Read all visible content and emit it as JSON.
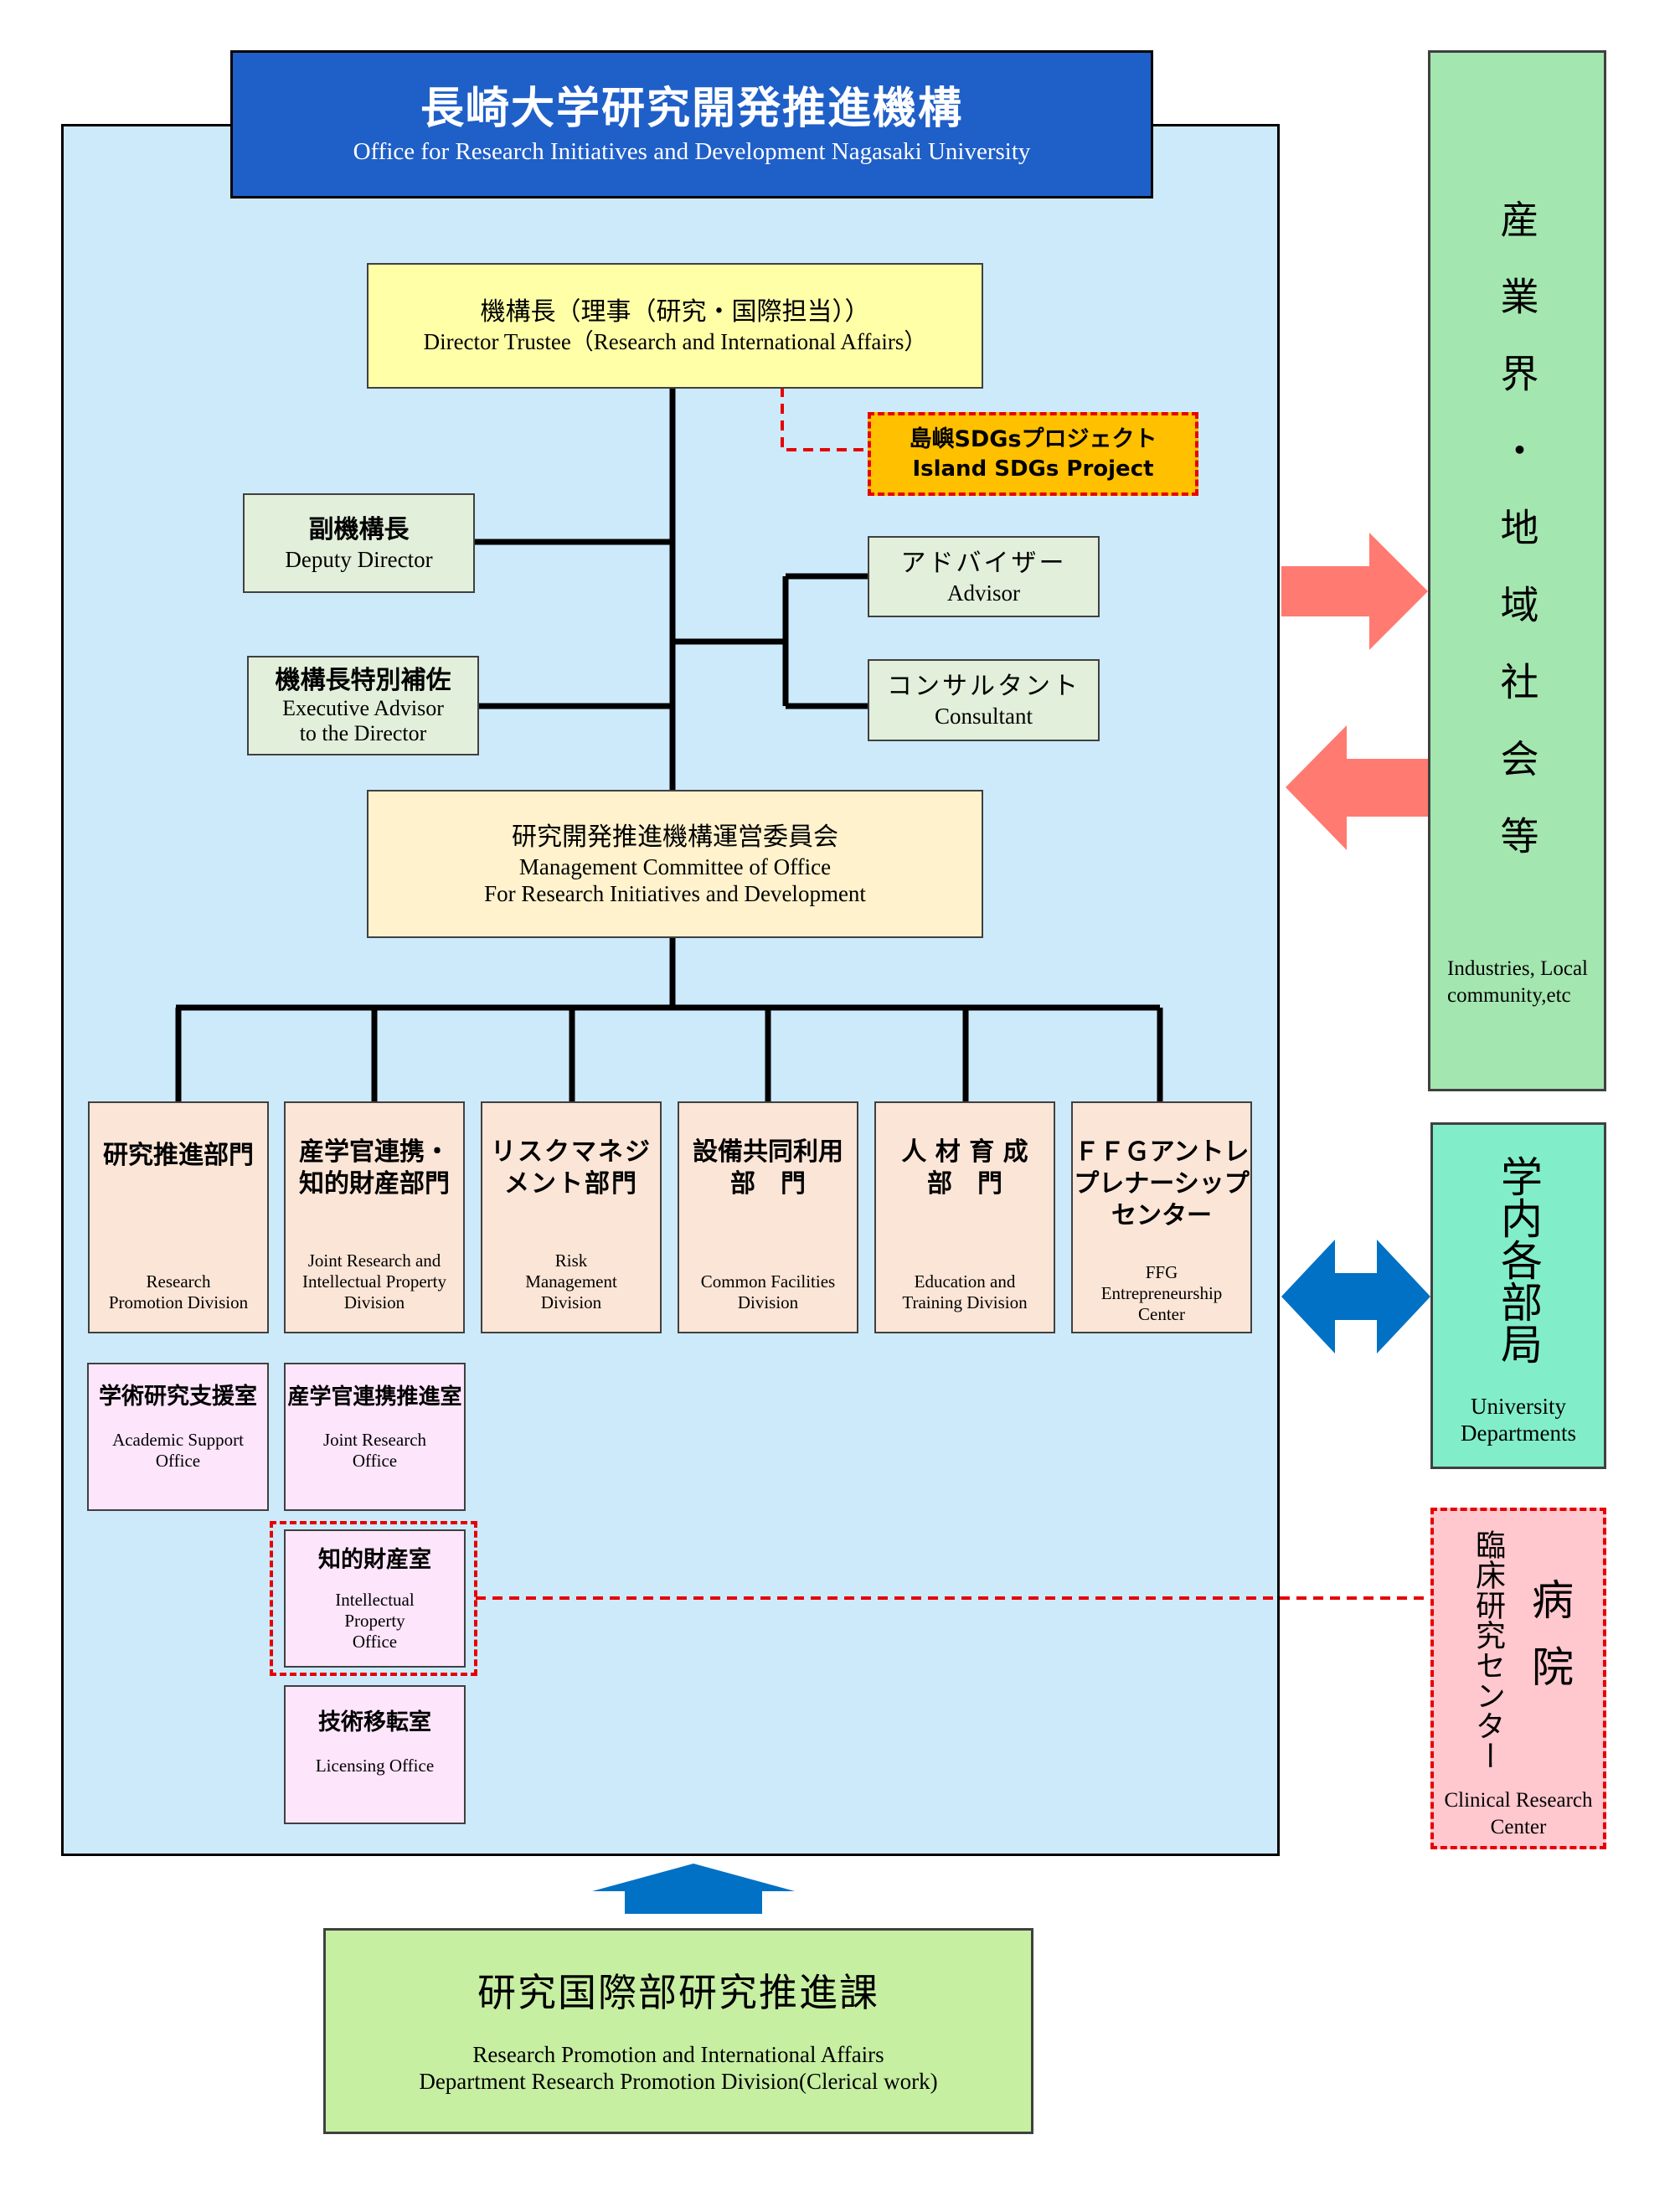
{
  "header": {
    "title_jp": "長崎大学研究開発推進機構",
    "title_en": "Office for Research Initiatives and Development Nagasaki University"
  },
  "director": {
    "jp": "機構長（理事（研究・国際担当））",
    "en": "Director Trustee（Research and International Affairs）"
  },
  "sdgs": {
    "jp": "島嶼SDGsプロジェクト",
    "en": "Island SDGs Project"
  },
  "deputy": {
    "jp": "副機構長",
    "en": "Deputy Director"
  },
  "advisor": {
    "jp": "アドバイザー",
    "en": "Advisor"
  },
  "consultant": {
    "jp": "コンサルタント",
    "en": "Consultant"
  },
  "exec_advisor": {
    "jp": "機構長特別補佐",
    "en1": "Executive Advisor",
    "en2": "to the Director"
  },
  "committee": {
    "jp": "研究開発推進機構運営委員会",
    "en1": "Management Committee of Office",
    "en2": "For Research Initiatives and Development"
  },
  "divisions": [
    {
      "jp1": "研究推進部門",
      "jp2": "",
      "jp3": "",
      "en": "Research Promotion Division"
    },
    {
      "jp1": "産学官連携・",
      "jp2": "知的財産部門",
      "jp3": "",
      "en": "Joint Research and Intellectual Property Division"
    },
    {
      "jp1": "リスクマネジ",
      "jp2": "メント部門",
      "jp3": "",
      "en": "Risk Management Division"
    },
    {
      "jp1": "設備共同利用",
      "jp2": "部　門",
      "jp3": "",
      "en": "Common Facilities Division"
    },
    {
      "jp1": "人 材 育 成",
      "jp2": "部　門",
      "jp3": "",
      "en": "Education and Training Division"
    },
    {
      "jp1": "ＦＦＧアントレ",
      "jp2": "プレナーシップ",
      "jp3": "センター",
      "en": "FFG Entrepreneurship Center"
    }
  ],
  "offices": {
    "academic": {
      "jp": "学術研究支援室",
      "en": "Academic Support Office"
    },
    "joint": {
      "jp": "産学官連携推進室",
      "en": "Joint Research Office"
    },
    "ip": {
      "jp": "知的財産室",
      "en": "Intellectual Property Office"
    },
    "licensing": {
      "jp": "技術移転室",
      "en": "Licensing Office"
    }
  },
  "industry": {
    "jp": "産業界・地域社会等",
    "en": "Industries, Local community,etc"
  },
  "university": {
    "jp": "学内各部局",
    "en": "University Departments"
  },
  "hospital": {
    "jp_left": "臨床研究センター",
    "jp_right": "病院",
    "en": "Clinical Research Center"
  },
  "bottom": {
    "jp": "研究国際部研究推進課",
    "en1": "Research Promotion and International Affairs",
    "en2": "Department Research Promotion Division(Clerical work)"
  },
  "colors": {
    "main_bg": "#cdeafb",
    "header_bg": "#1f5fc8",
    "director_bg": "#ffffa8",
    "sdgs_bg": "#ffc000",
    "side_bg": "#e2efda",
    "committee_bg": "#fff2cc",
    "division_bg": "#fbe5d6",
    "office_bg": "#fde5fb",
    "industry_bg": "#a4e6b0",
    "university_bg": "#81eec9",
    "hospital_bg": "#ffc7ce",
    "bottom_bg": "#c7efa2",
    "arrow_salmon": "#ff7a70",
    "arrow_blue": "#0071c5",
    "dashed_red": "#e60000"
  }
}
